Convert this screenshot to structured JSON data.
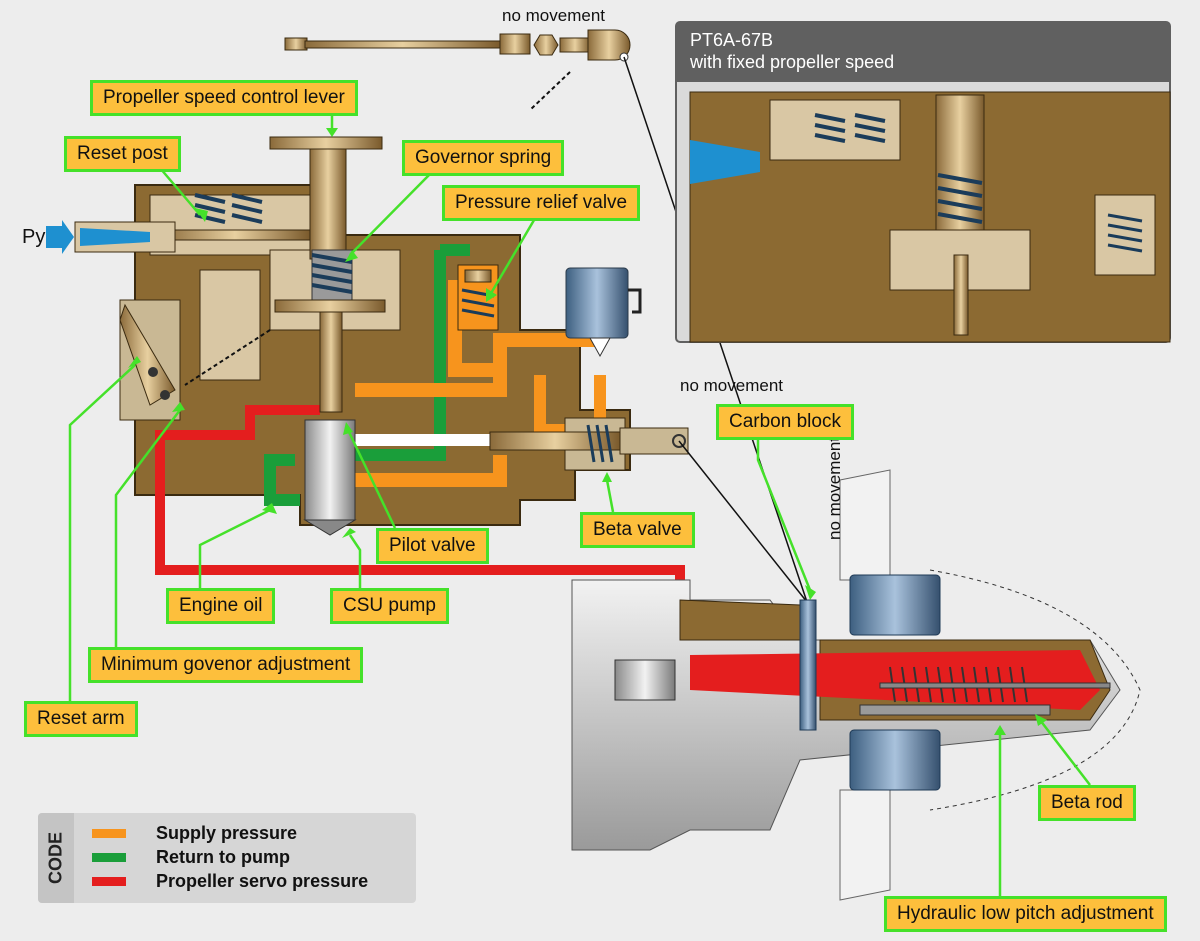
{
  "callouts": {
    "propeller_speed_control_lever": "Propeller speed control lever",
    "reset_post": "Reset post",
    "governor_spring": "Governor spring",
    "pressure_relief_valve": "Pressure relief valve",
    "carbon_block": "Carbon block",
    "beta_valve": "Beta valve",
    "pilot_valve": "Pilot valve",
    "engine_oil": "Engine oil",
    "csu_pump": "CSU pump",
    "minimum_governor_adjustment": "Minimum govenor adjustment",
    "reset_arm": "Reset arm",
    "beta_rod": "Beta rod",
    "hydraulic_low_pitch_adjustment": "Hydraulic low pitch adjustment"
  },
  "notes": {
    "no_movement_top": "no movement",
    "no_movement_beta": "no movement",
    "no_movement_carbon": "no movement",
    "py_label": "Py"
  },
  "inset": {
    "title_line1": "PT6A-67B",
    "title_line2": "with fixed propeller speed"
  },
  "legend": {
    "title": "CODE",
    "items": [
      {
        "label": "Supply pressure",
        "color": "#f7941d"
      },
      {
        "label": "Return to pump",
        "color": "#1a9e3a"
      },
      {
        "label": "Propeller servo pressure",
        "color": "#e41e1e"
      }
    ]
  },
  "colors": {
    "supply": "#f7941d",
    "return": "#1a9e3a",
    "servo": "#e41e1e",
    "callout_fill": "#fdbf3c",
    "callout_border": "#45e12a",
    "housing": "#8c6a32"
  }
}
